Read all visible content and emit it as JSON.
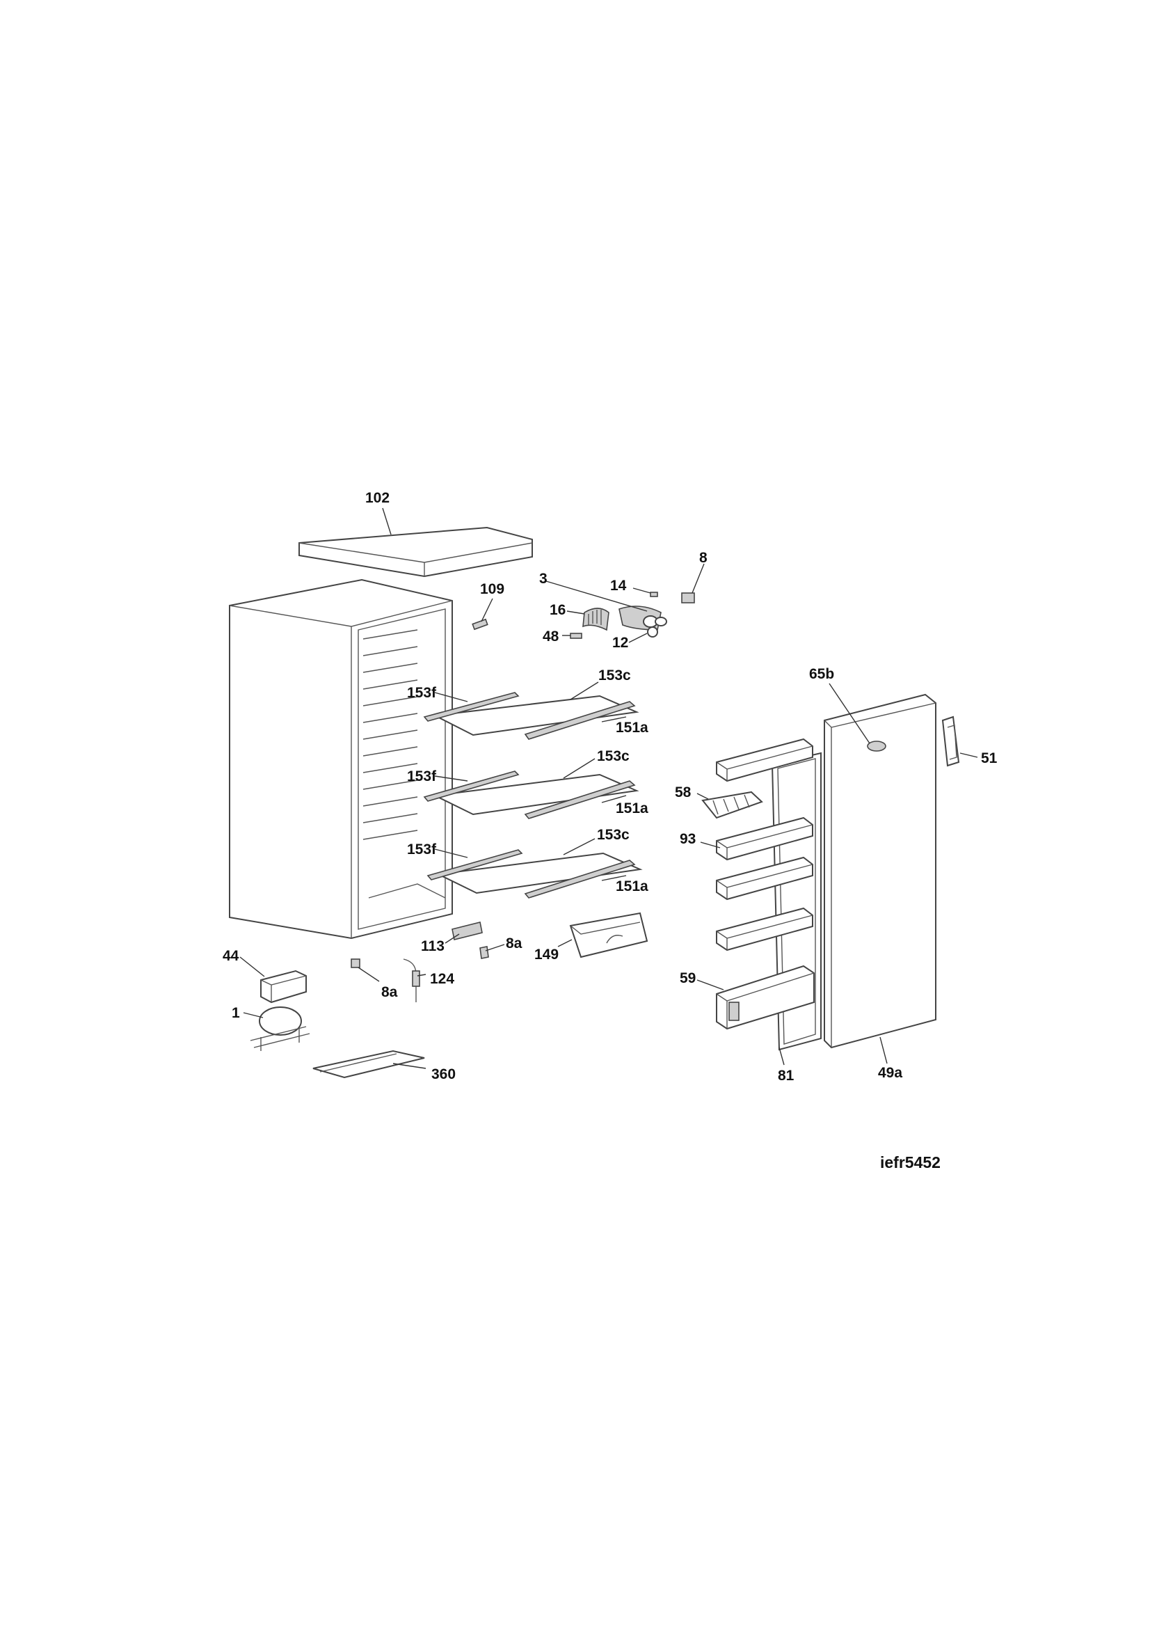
{
  "diagram_ref": "iefr5452",
  "labels": {
    "l102": "102",
    "l109": "109",
    "l3": "3",
    "l14": "14",
    "l8": "8",
    "l16": "16",
    "l48": "48",
    "l12": "12",
    "l153c_1": "153c",
    "l153f_1": "153f",
    "l151a_1": "151a",
    "l153c_2": "153c",
    "l153f_2": "153f",
    "l151a_2": "151a",
    "l153c_3": "153c",
    "l153f_3": "153f",
    "l151a_3": "151a",
    "l65b": "65b",
    "l51": "51",
    "l58": "58",
    "l93": "93",
    "l59": "59",
    "l81": "81",
    "l49a": "49a",
    "l113": "113",
    "l8a_1": "8a",
    "l149": "149",
    "l44": "44",
    "l8a_2": "8a",
    "l124": "124",
    "l1": "1",
    "l360": "360"
  }
}
